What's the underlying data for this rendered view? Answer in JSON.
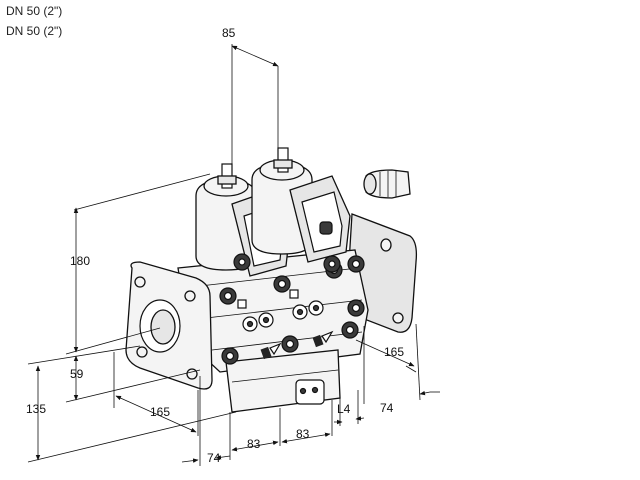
{
  "header": {
    "line1": "DN 50 (2\")",
    "line2": "DN 50 (2\")"
  },
  "dimensions": {
    "top_spacing": "85",
    "height_180": "180",
    "height_59": "59",
    "height_135": "135",
    "depth_165_left": "165",
    "depth_165_right": "165",
    "width_74_left": "74",
    "width_74_right": "74",
    "pitch_83_a": "83",
    "pitch_83_b": "83",
    "length_L4": "L4"
  }
}
